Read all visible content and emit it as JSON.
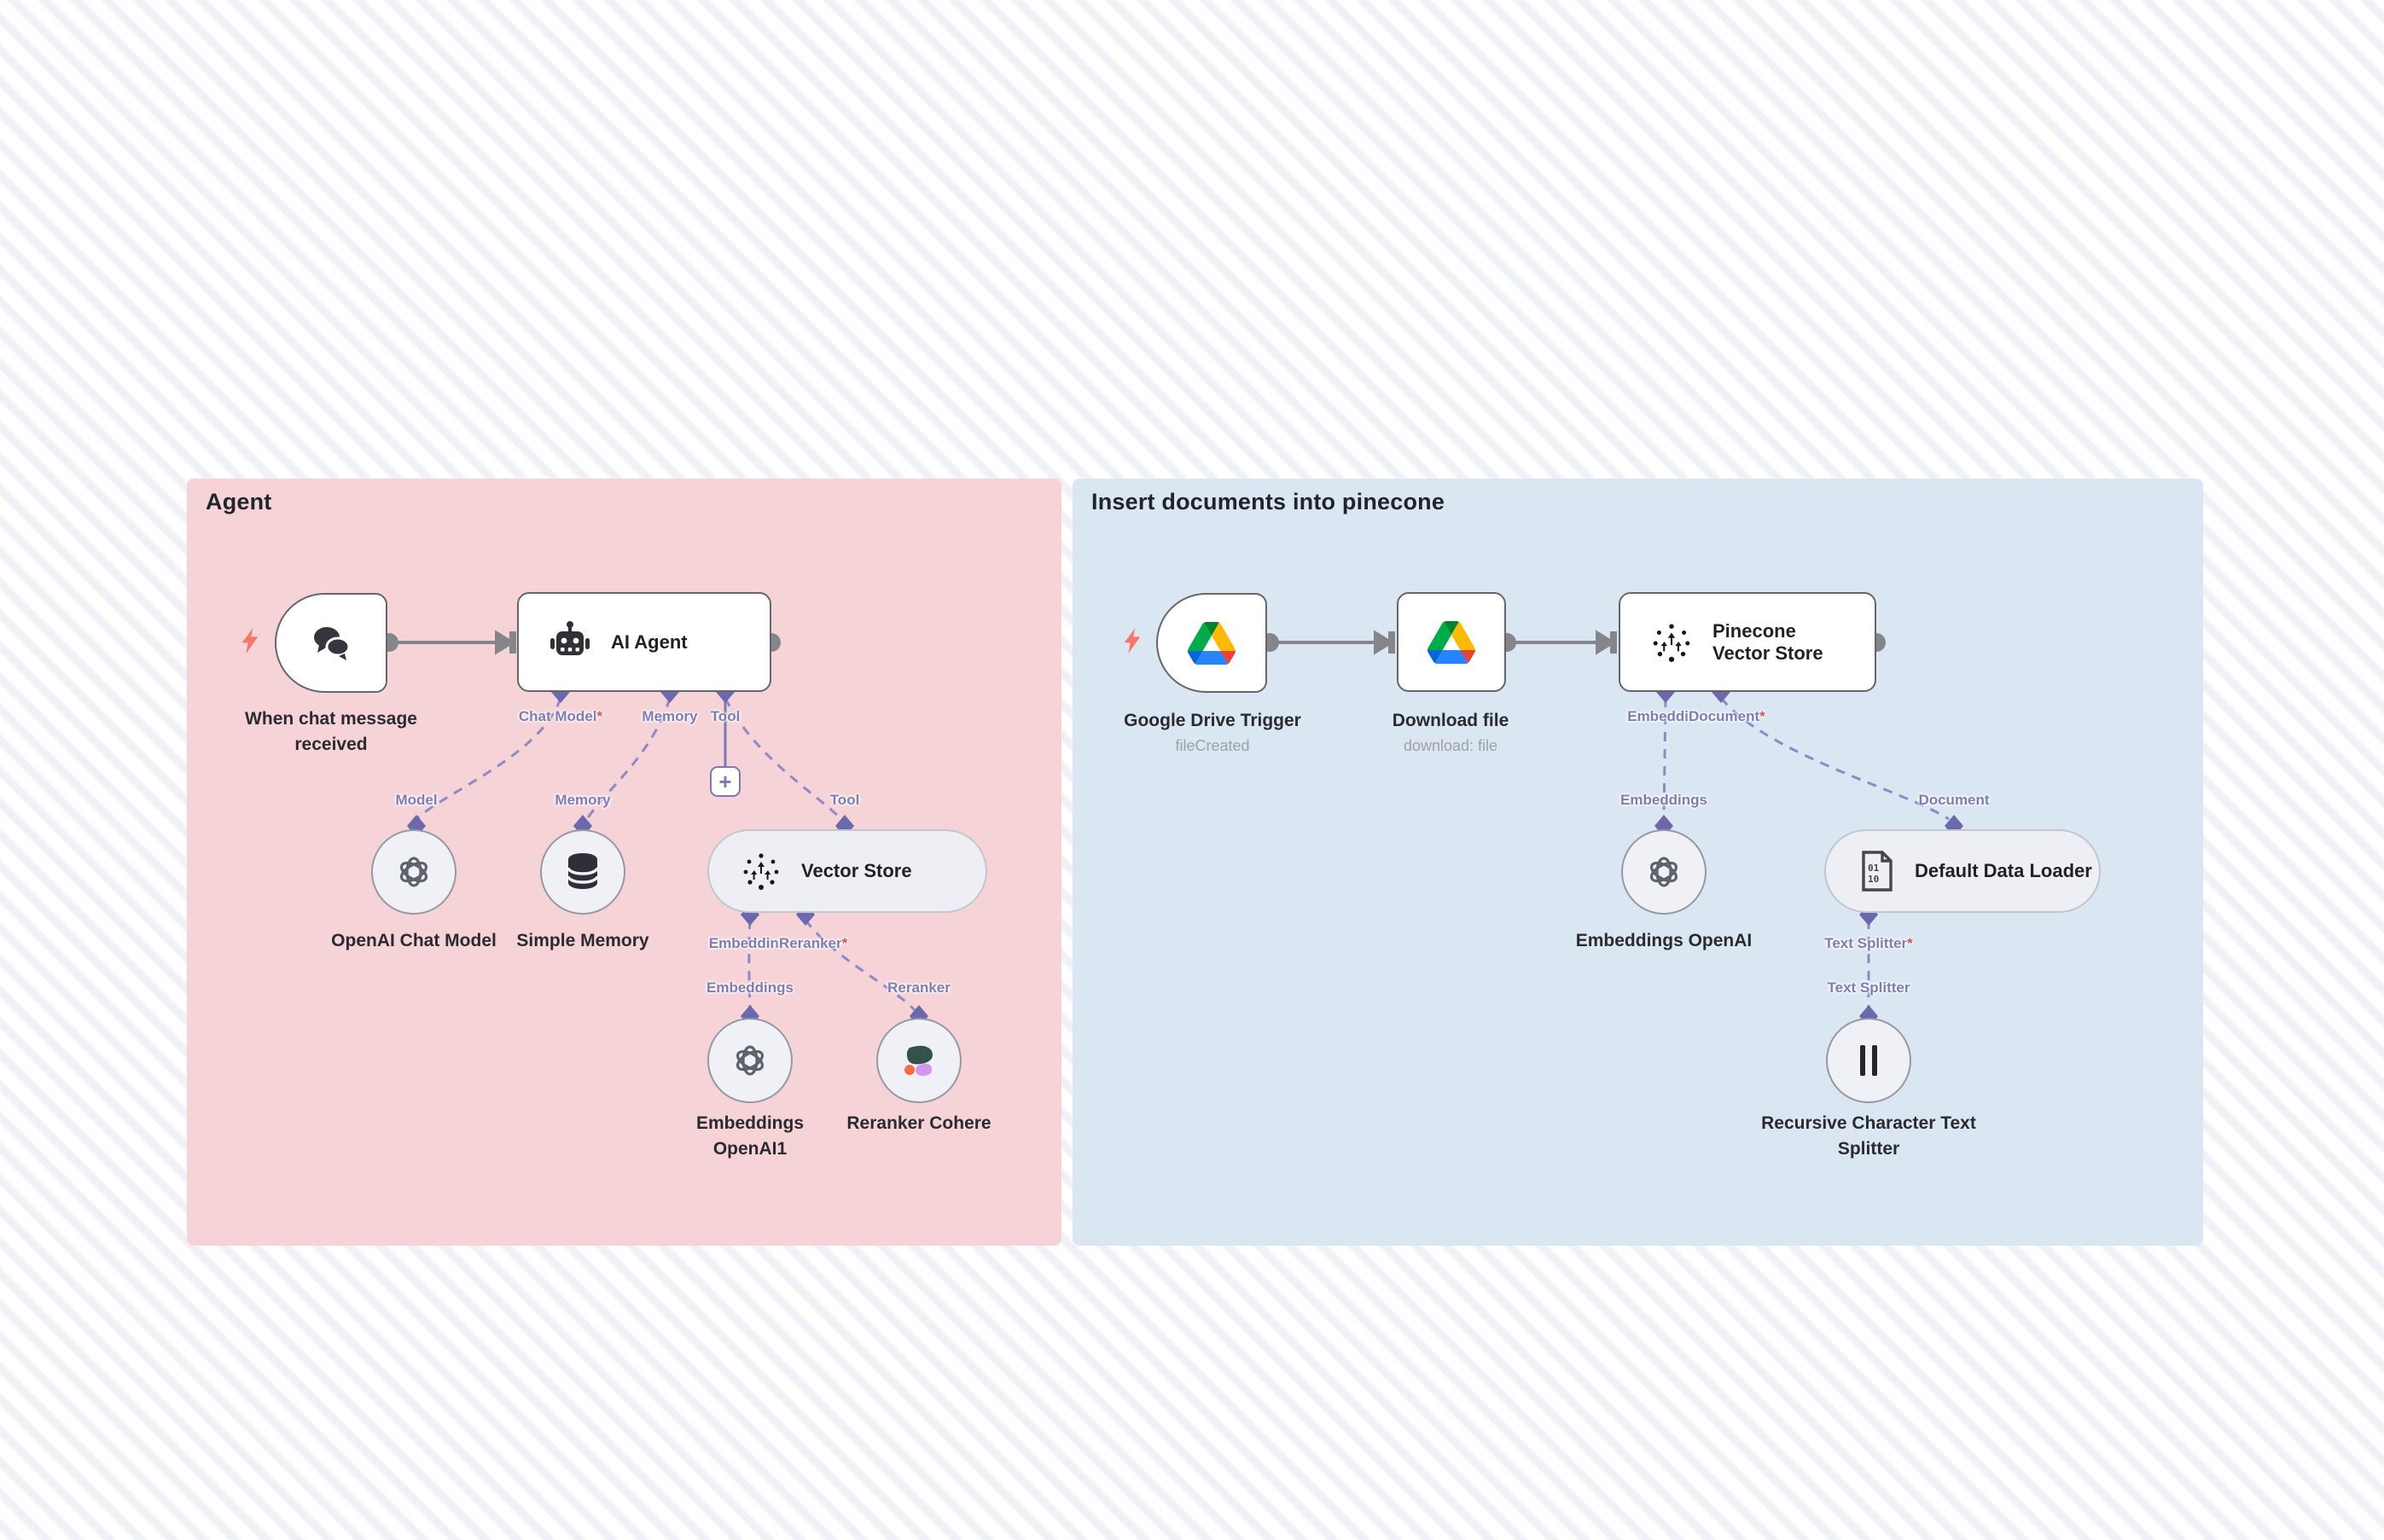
{
  "regions": {
    "agent": {
      "title": "Agent"
    },
    "pinecone": {
      "title": "Insert documents into pinecone"
    }
  },
  "nodes": {
    "chat_trigger": {
      "caption": "When chat message received",
      "icon": "chat-bubbles-icon"
    },
    "ai_agent": {
      "title": "AI Agent",
      "icon": "robot-icon"
    },
    "openai_chat_model": {
      "caption": "OpenAI Chat Model",
      "icon": "openai-icon"
    },
    "simple_memory": {
      "caption": "Simple Memory",
      "icon": "database-icon"
    },
    "vector_store": {
      "title": "Vector Store",
      "icon": "pinecone-icon"
    },
    "embeddings_openai1": {
      "caption": "Embeddings OpenAI1",
      "icon": "openai-icon"
    },
    "reranker_cohere": {
      "caption": "Reranker Cohere",
      "icon": "cohere-icon"
    },
    "gdrive_trigger": {
      "caption": "Google Drive Trigger",
      "subtitle": "fileCreated",
      "icon": "google-drive-icon"
    },
    "download_file": {
      "caption": "Download file",
      "subtitle": "download: file",
      "icon": "google-drive-icon"
    },
    "pinecone_store": {
      "title": "Pinecone Vector Store",
      "icon": "pinecone-icon"
    },
    "embeddings_openai": {
      "caption": "Embeddings OpenAI",
      "icon": "openai-icon"
    },
    "default_data_loader": {
      "title": "Default Data Loader",
      "icon": "binary-file-icon"
    },
    "recursive_splitter": {
      "caption": "Recursive Character Text Splitter",
      "icon": "pause-bars-icon"
    }
  },
  "ports": {
    "chat_model": {
      "label": "Chat Model",
      "required_mark": "*"
    },
    "memory_out": {
      "label": "Memory"
    },
    "tool_out": {
      "label": "Tool"
    },
    "model_in": {
      "label": "Model"
    },
    "memory_in": {
      "label": "Memory"
    },
    "tool_in": {
      "label": "Tool"
    },
    "vs_embedding_trunc": {
      "label": "Embeddin"
    },
    "vs_reranker": {
      "label": "Reranker",
      "required_mark": "*"
    },
    "embeddings_in1": {
      "label": "Embeddings"
    },
    "reranker_in": {
      "label": "Reranker"
    },
    "pc_embedding_trunc": {
      "label": "Embeddi"
    },
    "pc_document": {
      "label": "Document",
      "required_mark": "*"
    },
    "embeddings_in2": {
      "label": "Embeddings"
    },
    "document_in": {
      "label": "Document"
    },
    "ddl_text_splitter": {
      "label": "Text Splitter",
      "required_mark": "*"
    },
    "text_splitter_in": {
      "label": "Text Splitter"
    }
  },
  "buttons": {
    "add_tool": "+"
  },
  "colors": {
    "agent_region_bg": "#f5d3d7",
    "pinecone_region_bg": "#dae6f1",
    "port_purple": "#6b68ad",
    "dash_purple": "#8d8ac5",
    "label_purple": "#7f7cb5",
    "connector_gray": "#85868b",
    "required_red": "#e5484d",
    "trigger_bolt": "#f87668",
    "node_border": "#64666c",
    "caption_text": "#2a2b31"
  }
}
